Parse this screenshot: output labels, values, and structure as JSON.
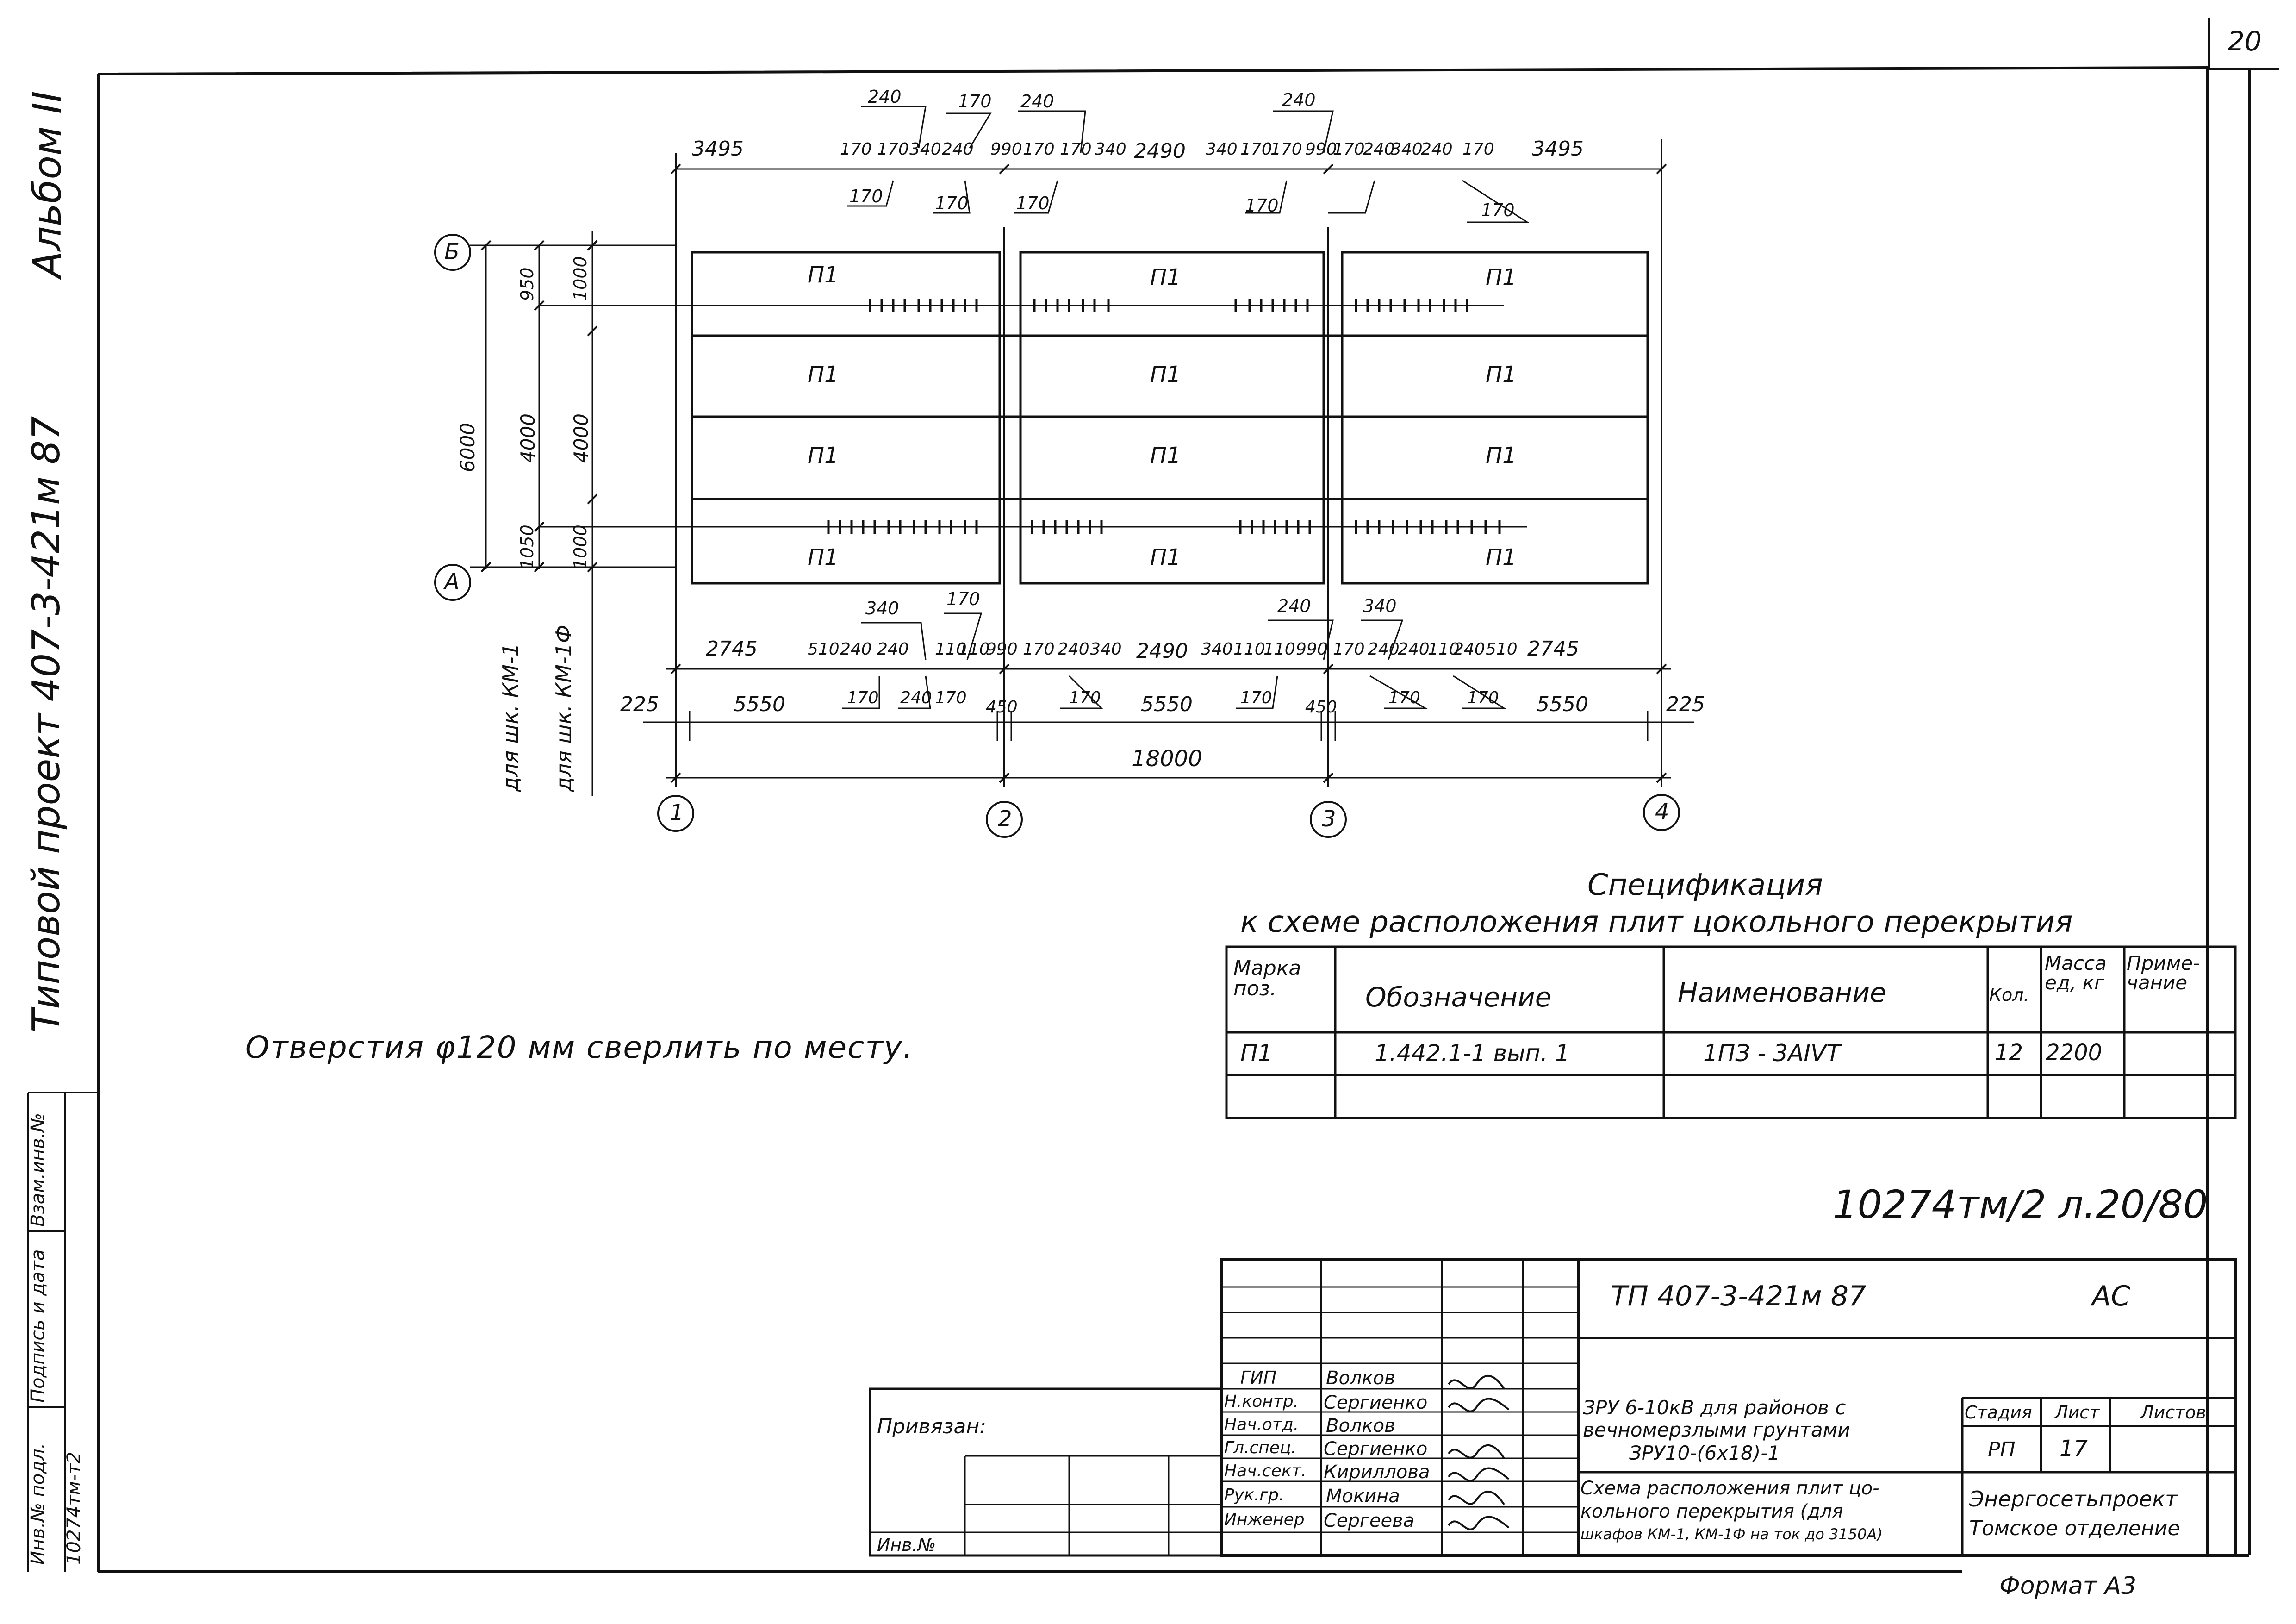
{
  "sheet_number": "20",
  "album": "Альбом II",
  "project_label": "Типовой проект  407-3-421м 87",
  "note": "Отверстия φ120 мм сверлить по месту.",
  "stamp_hw": "10274тм/2 л.20/80",
  "format": "Формат А3",
  "side_stamp": {
    "inv": "Инв.№ подл.",
    "sign": "Подпись и дата",
    "vzam": "Взам.инв.№",
    "code": "10274тм-т2"
  },
  "plan": {
    "axis_rows": [
      "Б",
      "А"
    ],
    "axis_cols": [
      "1",
      "2",
      "3",
      "4"
    ],
    "slab_label": "П1",
    "vertical_dims": [
      "950",
      "1000",
      "4000",
      "4000",
      "6000",
      "1050",
      "1000"
    ],
    "leader_km1": "для шк. КМ-1",
    "leader_km1f": "для шк. КМ-1Ф",
    "top_dims": [
      "3495",
      "170 170",
      "340",
      "240",
      "990",
      "170",
      "170",
      "340",
      "2490",
      "340",
      "170",
      "170",
      "990",
      "170",
      "240",
      "340",
      "240",
      "170",
      "3495"
    ],
    "top_leaders": [
      "240",
      "170",
      "240",
      "240",
      "170",
      "170",
      "170",
      "170",
      "170"
    ],
    "bottom_dims_1": [
      "2745",
      "510",
      "240",
      "240",
      "110",
      "110",
      "990",
      "170",
      "240",
      "340",
      "2490",
      "340",
      "110",
      "110",
      "990",
      "170",
      "240",
      "240",
      "110",
      "240",
      "510",
      "2745"
    ],
    "bottom_leaders": [
      "340",
      "170",
      "170",
      "240",
      "170",
      "170",
      "240",
      "340",
      "170",
      "170",
      "170"
    ],
    "bottom_dims_2": [
      "225",
      "5550",
      "450",
      "5550",
      "450",
      "5550",
      "225"
    ],
    "total": "18000"
  },
  "spec": {
    "title1": "Спецификация",
    "title2": "к схеме расположения плит цокольного перекрытия",
    "headers": [
      "Марка поз.",
      "Обозначение",
      "Наименование",
      "Кол.",
      "Масса ед, кг",
      "Приме-чание"
    ],
    "rows": [
      [
        "П1",
        "1.442.1-1 вып. 1",
        "1ПЗ - 3АIVТ",
        "12",
        "2200",
        ""
      ]
    ]
  },
  "title_block": {
    "code": "ТП   407-3-421м 87",
    "section": "АС",
    "privyazan": "Привязан:",
    "inv": "Инв.№",
    "signers": [
      {
        "role": "ГИП",
        "name": "Волков"
      },
      {
        "role": "Н.контр.",
        "name": "Сергиенко"
      },
      {
        "role": "Нач.отд.",
        "name": "Волков"
      },
      {
        "role": "Гл.спец.",
        "name": "Сергиенко"
      },
      {
        "role": "Нач.сект.",
        "name": "Кириллова"
      },
      {
        "role": "Рук.гр.",
        "name": "Мокина"
      },
      {
        "role": "Инженер",
        "name": "Сергеева"
      }
    ],
    "object_name": "ЗРУ 6-10кВ для районов с вечномерзлыми грунтами ЗРУ10-(6х18)-1",
    "object_l1": "ЗРУ 6-10кВ для районов с",
    "object_l2": "вечномерзлыми грунтами",
    "object_l3": "ЗРУ10-(6х18)-1",
    "sheet_title_l1": "Схема расположения плит цо-",
    "sheet_title_l2": "кольного перекрытия (для",
    "sheet_title_l3": "шкафов КМ-1, КМ-1Ф на ток до 3150А)",
    "stage_h": "Стадия",
    "sheet_h": "Лист",
    "sheets_h": "Листов",
    "stage": "РП",
    "sheet": "17",
    "org_l1": "Энергосетьпроект",
    "org_l2": "Томское отделение"
  }
}
